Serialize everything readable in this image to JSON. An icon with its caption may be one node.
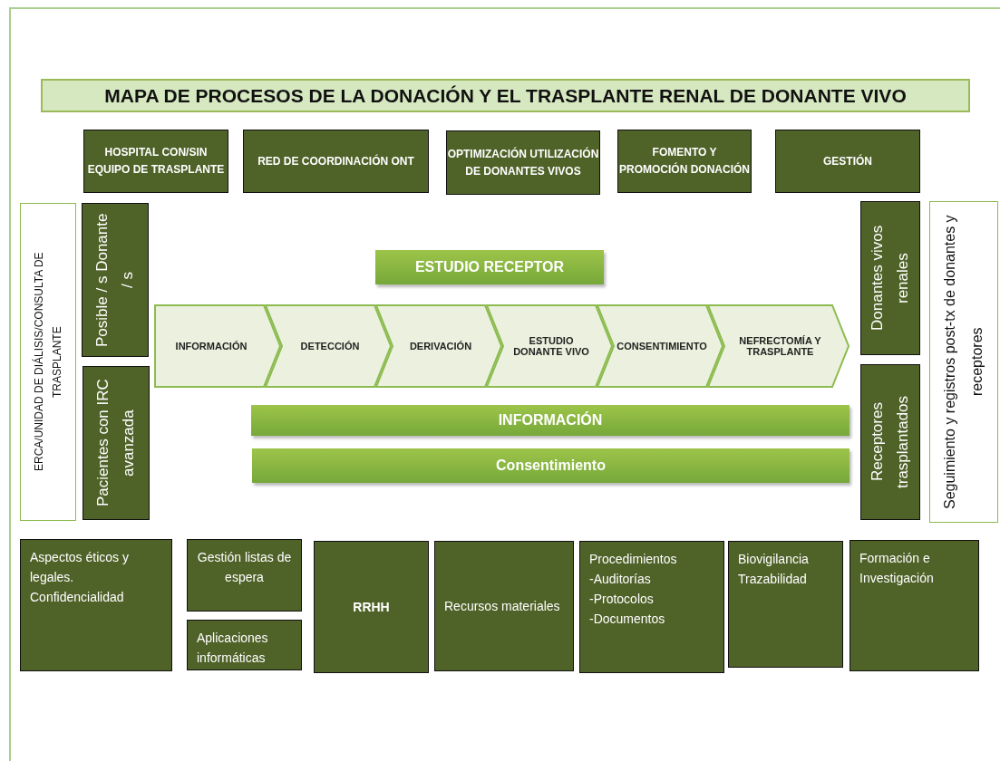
{
  "diagram": {
    "title": "MAPA DE PROCESOS DE LA DONACIÓN Y EL TRASPLANTE RENAL DE DONANTE VIVO",
    "nodes": [
      {
        "text": [
          "HOSPITAL CON/SIN EQUIPO DE TRASPLANTE"
        ]
      },
      {
        "text": [
          "RED DE COORDINACIÓN ONT"
        ]
      },
      {
        "text": [
          "OPTIMIZACIÓN UTILIZACIÓN DE DONANTES VIVOS"
        ]
      },
      {
        "text": [
          "FOMENTO Y PROMOCIÓN DONACIÓN"
        ]
      },
      {
        "text": [
          "GESTIÓN"
        ]
      },
      {
        "text": [
          "ERCA/UNIDAD DE DIÁLISIS/CONSULTA DE TRASPLANTE"
        ]
      },
      {
        "text": [
          "Posible / s Donante / s"
        ]
      },
      {
        "text": [
          "Pacientes con IRC avanzada"
        ]
      },
      {
        "text": [
          "ESTUDIO  RECEPTOR"
        ]
      },
      {
        "text": [
          "INFORMACIÓN"
        ]
      },
      {
        "text": [
          "DETECCIÓN"
        ]
      },
      {
        "text": [
          "DERIVACIÓN"
        ]
      },
      {
        "text": [
          "ESTUDIO DONANTE VIVO"
        ]
      },
      {
        "text": [
          "CONSENTIMIENTO"
        ]
      },
      {
        "text": [
          "NEFRECTOMÍA Y TRASPLANTE"
        ]
      },
      {
        "text": [
          "INFORMACIÓN"
        ]
      },
      {
        "text": [
          "Consentimiento"
        ]
      },
      {
        "text": [
          "Donantes vivos renales"
        ]
      },
      {
        "text": [
          "Receptores trasplantados"
        ]
      },
      {
        "text": [
          "Seguimiento y registros post-tx de donantes y receptores"
        ]
      },
      {
        "text": [
          "Aspectos éticos y legales. Confidencialidad"
        ]
      },
      {
        "text": [
          "Gestión listas de espera"
        ]
      },
      {
        "text": [
          "Aplicaciones informáticas"
        ]
      },
      {
        "text": [
          "RRHH"
        ]
      },
      {
        "text": [
          "Recursos materiales"
        ]
      },
      {
        "text": [
          "Procedimientos",
          "-Auditorías",
          "-Protocolos",
          "-Documentos"
        ]
      },
      {
        "text": [
          "Biovigilancia",
          "Trazabilidad"
        ]
      },
      {
        "text": [
          "Formación e Investigación"
        ]
      }
    ]
  }
}
